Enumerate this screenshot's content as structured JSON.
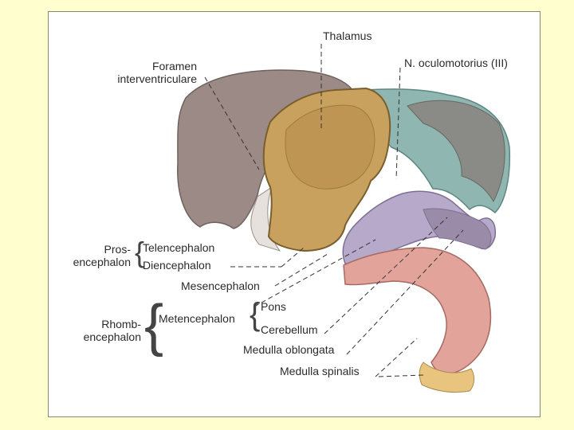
{
  "labels": {
    "thalamus": "Thalamus",
    "foramen_line1": "Foramen",
    "foramen_line2": "interventriculare",
    "n_oculomotorius": "N. oculomotorius (III)",
    "pros_line1": "Pros-",
    "pros_line2": "encephalon",
    "telencephalon": "Telencephalon",
    "diencephalon": "Diencephalon",
    "mesencephalon": "Mesencephalon",
    "rhomb_line1": "Rhomb-",
    "rhomb_line2": "encephalon",
    "metencephalon": "Metencephalon",
    "pons": "Pons",
    "cerebellum": "Cerebellum",
    "medulla_oblongata": "Medulla oblongata",
    "medulla_spinalis": "Medulla spinalis"
  },
  "colors": {
    "background": "#FEFECE",
    "panel": "#FFFFFF",
    "telencephalon": "#9C8A86",
    "diencephalon": "#C9A15E",
    "mesencephalon": "#8FB6B0",
    "metencephalon": "#B7A9C9",
    "myelencephalon": "#E2A49A",
    "spinal": "#E8C47E",
    "line": "#333333"
  }
}
